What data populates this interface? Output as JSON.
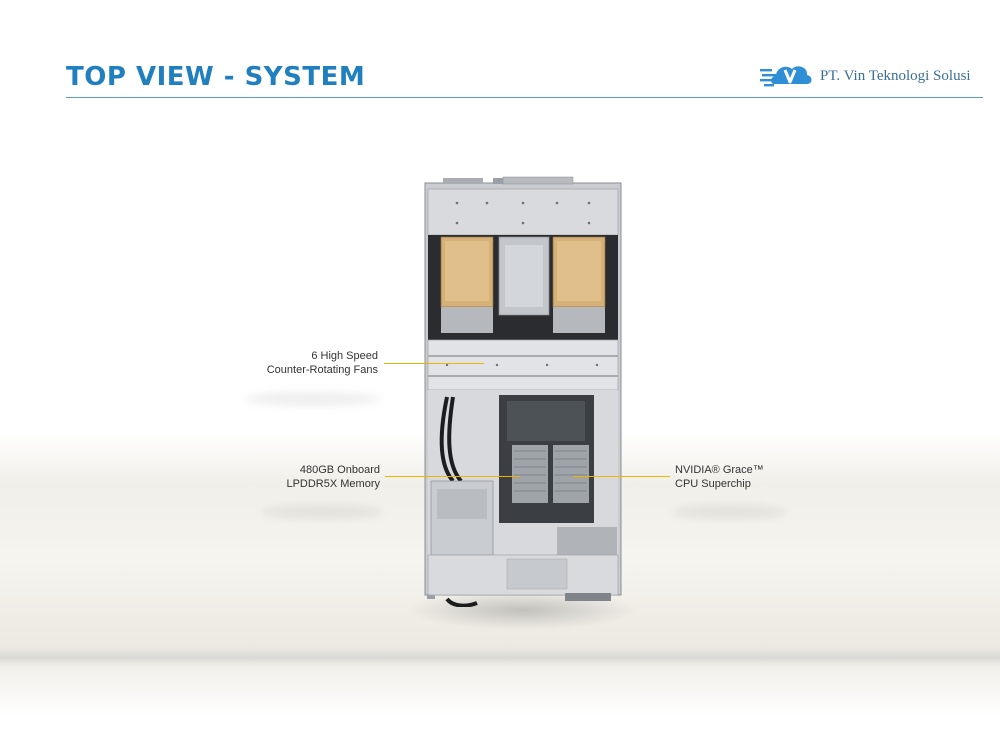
{
  "header": {
    "title": "TOP VIEW - SYSTEM",
    "company": "PT. Vin Teknologi Solusi"
  },
  "callouts": {
    "fans": {
      "line1": "6 High Speed",
      "line2": "Counter-Rotating  Fans"
    },
    "memory": {
      "line1": "480GB Onboard",
      "line2": "LPDDR5X Memory"
    },
    "cpu": {
      "line1": "NVIDIA® Grace™",
      "line2": "CPU Superchip"
    }
  },
  "colors": {
    "title": "#1f7fbf",
    "leader": "#f0b400",
    "logo": "#2f8fd6"
  }
}
